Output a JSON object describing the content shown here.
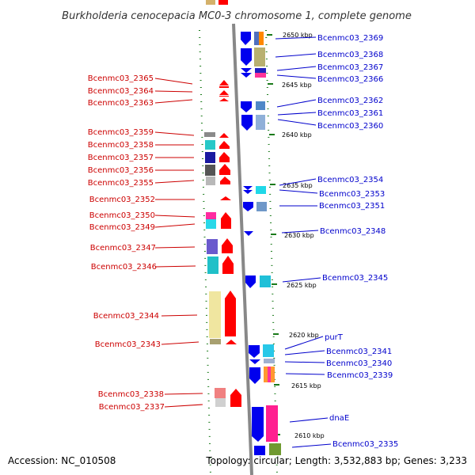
{
  "header": {
    "title": "Burkholderia cenocepacia MC0-3 chromosome 1, complete genome"
  },
  "footer": {
    "accession": "Accession: NC_010508",
    "summary": "Topology: circular; Length: 3,532,883 bp; Genes: 3,233"
  },
  "scale_labels": [
    "2650 kbp",
    "2645 kbp",
    "2640 kbp",
    "2635 kbp",
    "2630 kbp",
    "2625 kbp",
    "2620 kbp",
    "2615 kbp",
    "2610 kbp"
  ],
  "left_genes": [
    "Bcenmc03_2365",
    "Bcenmc03_2364",
    "Bcenmc03_2363",
    "Bcenmc03_2359",
    "Bcenmc03_2358",
    "Bcenmc03_2357",
    "Bcenmc03_2356",
    "Bcenmc03_2355",
    "Bcenmc03_2352",
    "Bcenmc03_2350",
    "Bcenmc03_2349",
    "Bcenmc03_2347",
    "Bcenmc03_2346",
    "Bcenmc03_2344",
    "Bcenmc03_2343",
    "Bcenmc03_2338",
    "Bcenmc03_2337"
  ],
  "right_genes": [
    "Bcenmc03_2369",
    "Bcenmc03_2368",
    "Bcenmc03_2367",
    "Bcenmc03_2366",
    "Bcenmc03_2362",
    "Bcenmc03_2361",
    "Bcenmc03_2360",
    "Bcenmc03_2354",
    "Bcenmc03_2353",
    "Bcenmc03_2351",
    "Bcenmc03_2348",
    "Bcenmc03_2345",
    "purT",
    "Bcenmc03_2341",
    "Bcenmc03_2340",
    "Bcenmc03_2339",
    "dnaE",
    "Bcenmc03_2335"
  ],
  "colors": {
    "forward_strand": "#ff0000",
    "reverse_strand": "#0000ee",
    "left_label": "#cc0000",
    "right_label": "#0000cc",
    "backbone": "#888888",
    "tick": "#1a7a1a"
  }
}
